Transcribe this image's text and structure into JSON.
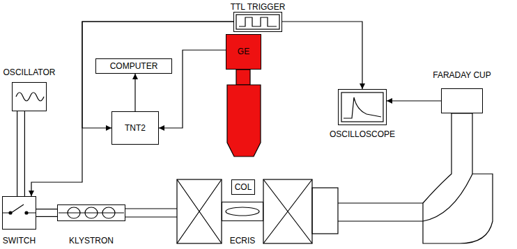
{
  "diagram": {
    "nodes": [
      {
        "text": [
          "TTL TRIGGER"
        ]
      },
      {
        "text": [
          "COMPUTER"
        ]
      },
      {
        "text": [
          "OSCILLATOR"
        ]
      },
      {
        "text": [
          "TNT2"
        ]
      },
      {
        "text": [
          "GE"
        ]
      },
      {
        "text": [
          "OSCILLOSCOPE"
        ]
      },
      {
        "text": [
          "FARADAY CUP"
        ]
      },
      {
        "text": [
          "COL"
        ]
      },
      {
        "text": [
          "SWITCH"
        ]
      },
      {
        "text": [
          "KLYSTRON"
        ]
      },
      {
        "text": [
          "ECRIS"
        ]
      }
    ],
    "edges": [
      {
        "from": 0,
        "to": 3,
        "arrow": "to"
      },
      {
        "from": 0,
        "to": 8,
        "arrow": "to"
      },
      {
        "from": 0,
        "to": 5,
        "arrow": "to"
      },
      {
        "from": 4,
        "to": 3,
        "arrow": "to"
      },
      {
        "from": 3,
        "to": 1,
        "arrow": "to"
      },
      {
        "from": 6,
        "to": 5,
        "arrow": "to"
      },
      {
        "from": 2,
        "to": 8,
        "arrow": "none"
      },
      {
        "from": 8,
        "to": 9,
        "arrow": "none"
      }
    ]
  }
}
